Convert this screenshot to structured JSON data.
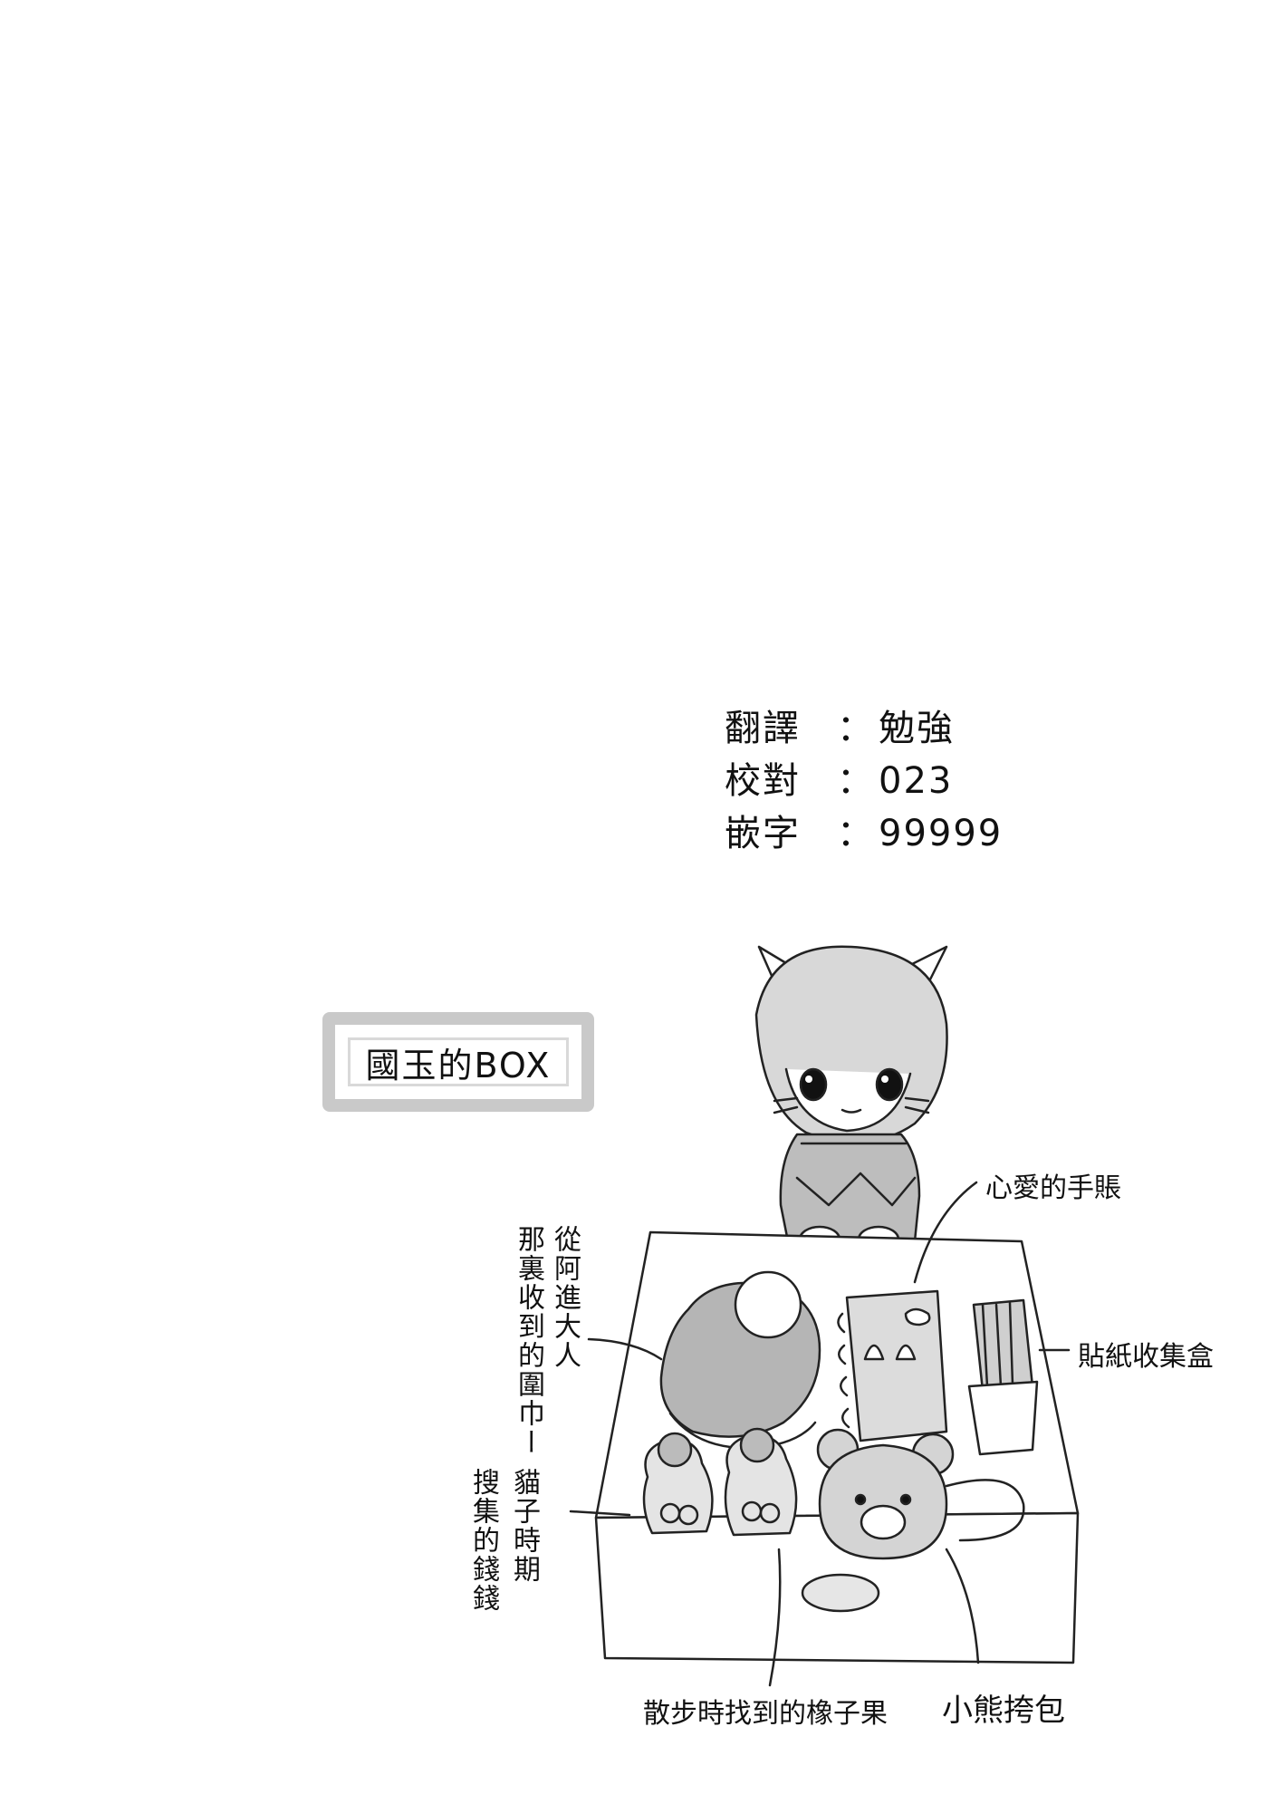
{
  "credits": [
    {
      "role": "翻譯",
      "sep": "：",
      "name": "勉強"
    },
    {
      "role": "校對",
      "sep": "：",
      "name": "023"
    },
    {
      "role": "嵌字",
      "sep": "：",
      "name": "99999"
    }
  ],
  "box_title": "國玉的BOX",
  "labels": {
    "notebook": "心愛的手賬",
    "sticker_box": "貼紙收集盒",
    "scarf_col1": "從阿進大人",
    "scarf_col2": "那裏收到的圍巾ー",
    "money_col1": "貓子時期",
    "money_col2": "搜集的錢錢",
    "acorns": "散步時找到的橡子果",
    "bear_bag": "小熊挎包"
  }
}
